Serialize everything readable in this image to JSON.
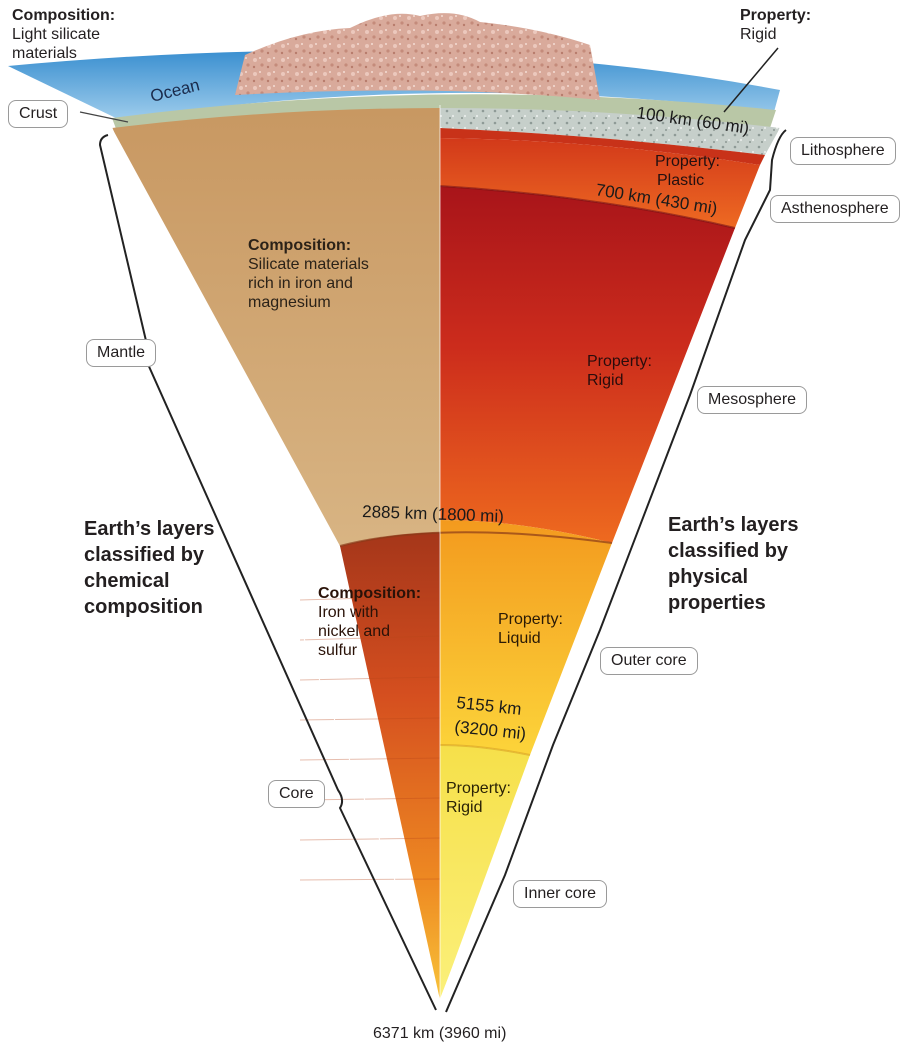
{
  "top_left": {
    "composition_heading": "Composition:",
    "composition_text": [
      "Light silicate",
      "materials"
    ]
  },
  "top_right": {
    "property_heading": "Property:",
    "property_text": "Rigid"
  },
  "ocean_label": "Ocean",
  "left_boxes": {
    "crust": "Crust",
    "mantle": "Mantle",
    "core": "Core"
  },
  "right_boxes": {
    "lithosphere": "Lithosphere",
    "asthenosphere": "Asthenosphere",
    "mesosphere": "Mesosphere",
    "outer_core": "Outer core",
    "inner_core": "Inner core"
  },
  "mantle_composition": {
    "heading": "Composition:",
    "lines": [
      "Silicate materials",
      "rich in iron and",
      "magnesium"
    ]
  },
  "core_composition": {
    "heading": "Composition:",
    "lines": [
      "Iron with",
      "nickel and",
      "sulfur"
    ]
  },
  "properties": {
    "plastic": {
      "heading": "Property:",
      "text": "Plastic"
    },
    "mesosphere": {
      "heading": "Property:",
      "text": "Rigid"
    },
    "liquid": {
      "heading": "Property:",
      "text": "Liquid"
    },
    "inner": {
      "heading": "Property:",
      "text": "Rigid"
    }
  },
  "depths": {
    "d100": "100 km (60 mi)",
    "d700": "700 km (430 mi)",
    "d2885": "2885 km (1800 mi)",
    "d5155_a": "5155 km",
    "d5155_b": "(3200 mi)",
    "d6371": "6371 km (3960 mi)"
  },
  "left_title": [
    "Earth’s layers",
    "classified by",
    "chemical",
    "composition"
  ],
  "right_title": [
    "Earth’s layers",
    "classified by",
    "physical",
    "properties"
  ],
  "colors": {
    "ocean": "#5ea9dc",
    "crust_strip": "#b9c7a6",
    "mantle": "#c99a63",
    "core_left": "#c64a1e",
    "lithosphere": "#c4cdc7",
    "asthenosphere": "#e2551d",
    "mesosphere": "#c7261a",
    "outer_core": "#f7b320",
    "inner_core": "#f3e65a"
  }
}
